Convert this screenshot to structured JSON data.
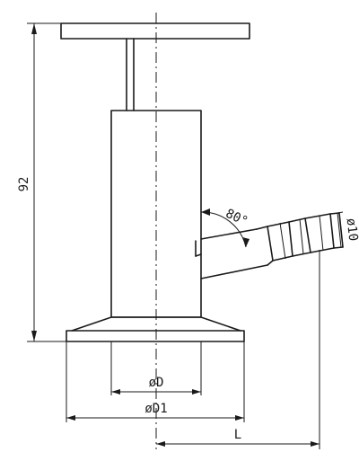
{
  "dimensions": {
    "height": "92",
    "angle": "80°",
    "hose_diameter": "ø10",
    "inner_diameter": "øD",
    "flange_diameter": "øD1",
    "length": "L"
  },
  "colors": {
    "line": "#1a1a1a",
    "background": "#ffffff"
  }
}
